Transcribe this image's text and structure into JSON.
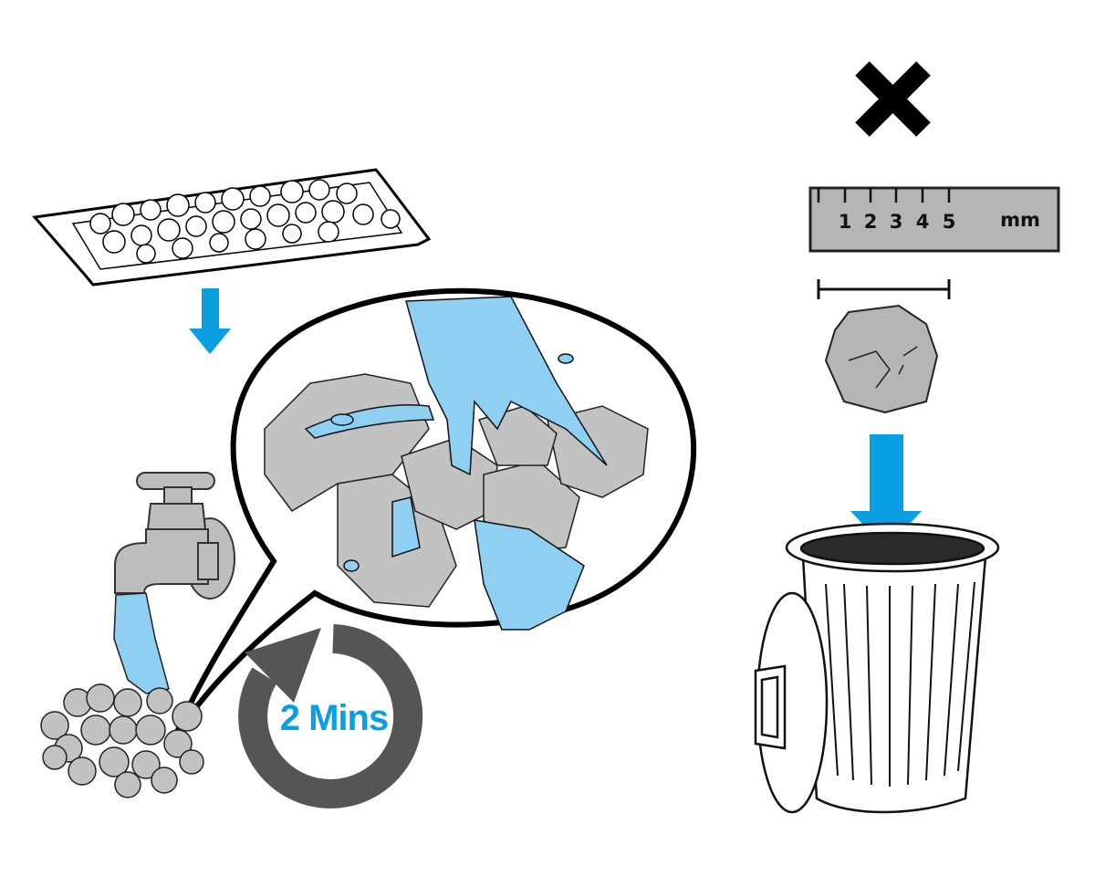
{
  "ruler": {
    "ticks": [
      "1",
      "2",
      "3",
      "4",
      "5"
    ],
    "unit": "mm"
  },
  "timer": {
    "label": "2 Mins"
  },
  "colors": {
    "arrow_blue": "#0a9fe3",
    "water_blue": "#8fd0f2",
    "rock_gray": "#c2c2c2",
    "timer_gray": "#555555",
    "ruler_gray": "#b5b5b5"
  },
  "icons": [
    "bag-of-rocks",
    "down-arrow-icon",
    "tap-icon",
    "rock-pile",
    "speech-bubble-zoom",
    "circular-arrow-timer-icon",
    "cross-icon",
    "ruler-icon",
    "rock-icon",
    "trash-can-icon"
  ]
}
